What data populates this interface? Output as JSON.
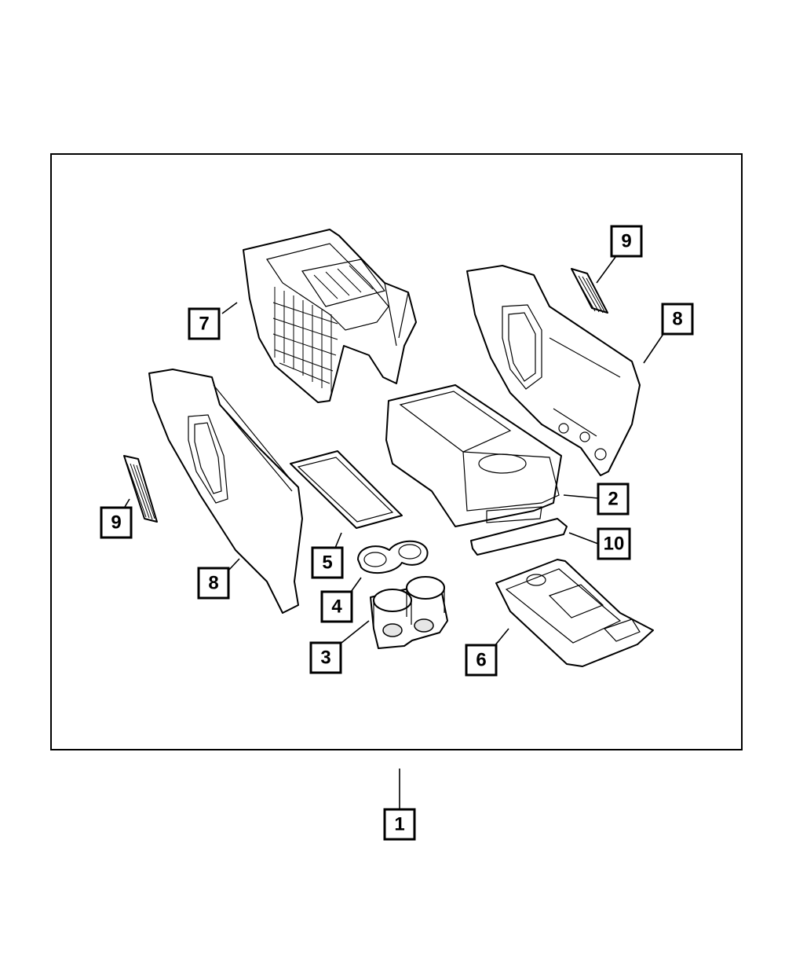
{
  "diagram": {
    "callouts": [
      {
        "id": "c1",
        "label": "1"
      },
      {
        "id": "c2",
        "label": "2"
      },
      {
        "id": "c3",
        "label": "3"
      },
      {
        "id": "c4",
        "label": "4"
      },
      {
        "id": "c5",
        "label": "5"
      },
      {
        "id": "c6",
        "label": "6"
      },
      {
        "id": "c7",
        "label": "7"
      },
      {
        "id": "c8a",
        "label": "8"
      },
      {
        "id": "c8b",
        "label": "8"
      },
      {
        "id": "c9a",
        "label": "9"
      },
      {
        "id": "c9b",
        "label": "9"
      },
      {
        "id": "c10",
        "label": "10"
      }
    ],
    "colors": {
      "line": "#000000",
      "background": "#ffffff",
      "shade": "#e6e6e6"
    }
  }
}
